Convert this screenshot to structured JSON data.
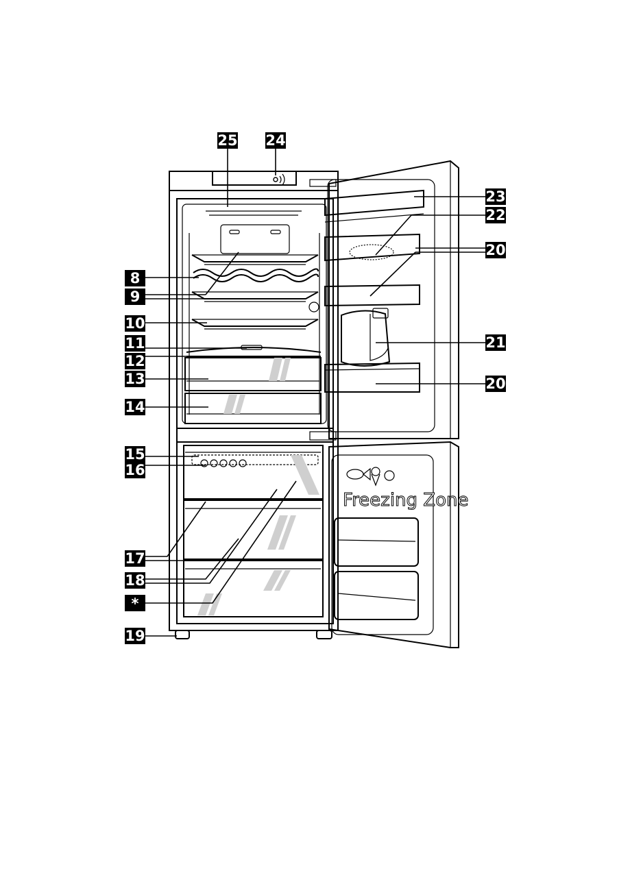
{
  "labels": [
    {
      "id": "8",
      "text": "8"
    },
    {
      "id": "9",
      "text": "9"
    },
    {
      "id": "10",
      "text": "10"
    },
    {
      "id": "11",
      "text": "11"
    },
    {
      "id": "12",
      "text": "12"
    },
    {
      "id": "13",
      "text": "13"
    },
    {
      "id": "14",
      "text": "14"
    },
    {
      "id": "15",
      "text": "15"
    },
    {
      "id": "16",
      "text": "16"
    },
    {
      "id": "17",
      "text": "17"
    },
    {
      "id": "18",
      "text": "18"
    },
    {
      "id": "star",
      "text": "*"
    },
    {
      "id": "19",
      "text": "19"
    },
    {
      "id": "25",
      "text": "25"
    },
    {
      "id": "24",
      "text": "24"
    },
    {
      "id": "23",
      "text": "23"
    },
    {
      "id": "22",
      "text": "22"
    },
    {
      "id": "20a",
      "text": "20"
    },
    {
      "id": "21",
      "text": "21"
    },
    {
      "id": "20b",
      "text": "20"
    }
  ],
  "freezer_door_text": "Freezing Zone"
}
